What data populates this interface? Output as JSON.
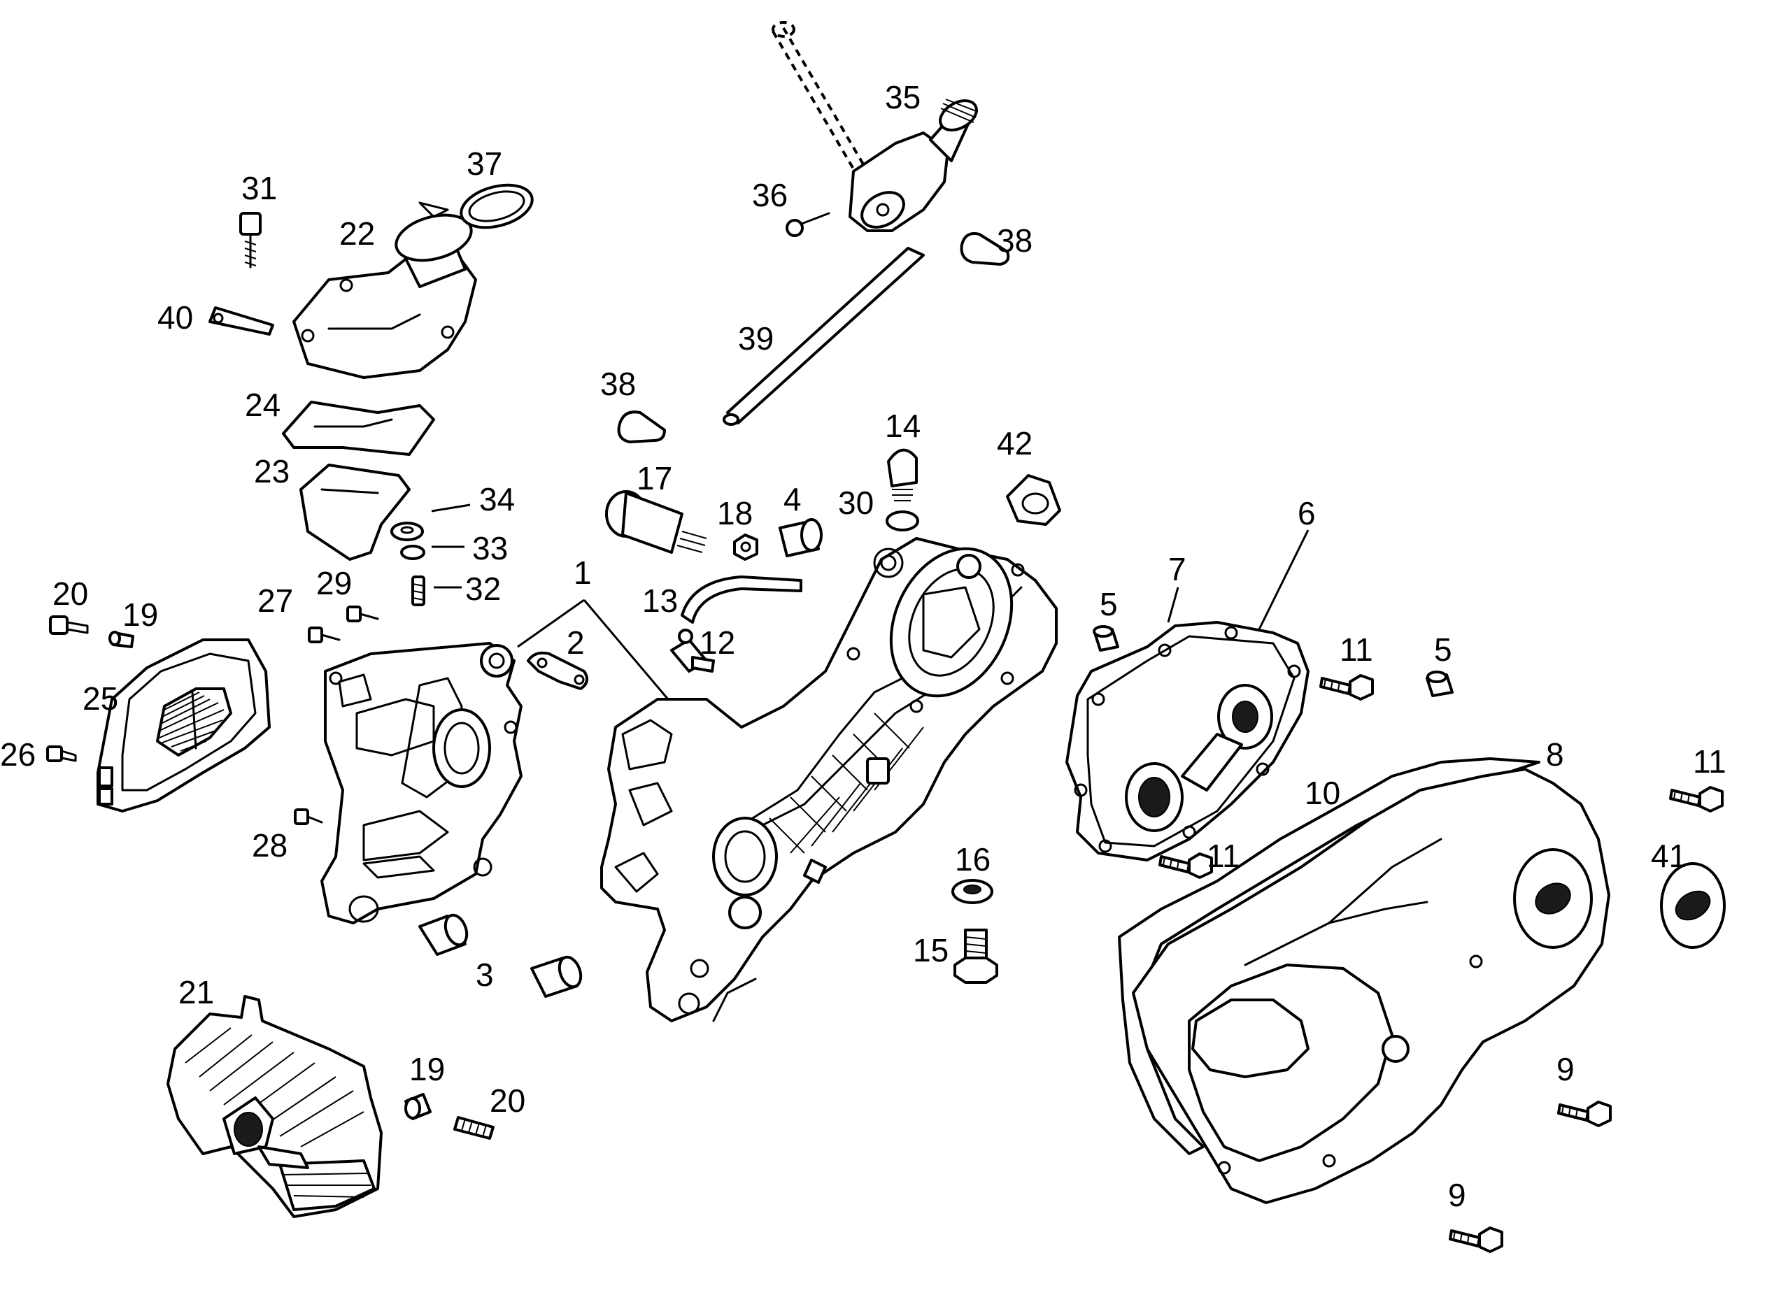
{
  "callouts": [
    {
      "id": "c1",
      "label": "1"
    },
    {
      "id": "c2",
      "label": "2"
    },
    {
      "id": "c3",
      "label": "3"
    },
    {
      "id": "c4",
      "label": "4"
    },
    {
      "id": "c5a",
      "label": "5"
    },
    {
      "id": "c5b",
      "label": "5"
    },
    {
      "id": "c6",
      "label": "6"
    },
    {
      "id": "c7",
      "label": "7"
    },
    {
      "id": "c8",
      "label": "8"
    },
    {
      "id": "c9a",
      "label": "9"
    },
    {
      "id": "c9b",
      "label": "9"
    },
    {
      "id": "c10",
      "label": "10"
    },
    {
      "id": "c11a",
      "label": "11"
    },
    {
      "id": "c11b",
      "label": "11"
    },
    {
      "id": "c11c",
      "label": "11"
    },
    {
      "id": "c12",
      "label": "12"
    },
    {
      "id": "c13",
      "label": "13"
    },
    {
      "id": "c14",
      "label": "14"
    },
    {
      "id": "c15",
      "label": "15"
    },
    {
      "id": "c16",
      "label": "16"
    },
    {
      "id": "c17",
      "label": "17"
    },
    {
      "id": "c18",
      "label": "18"
    },
    {
      "id": "c19a",
      "label": "19"
    },
    {
      "id": "c19b",
      "label": "19"
    },
    {
      "id": "c20a",
      "label": "20"
    },
    {
      "id": "c20b",
      "label": "20"
    },
    {
      "id": "c21",
      "label": "21"
    },
    {
      "id": "c22",
      "label": "22"
    },
    {
      "id": "c23",
      "label": "23"
    },
    {
      "id": "c24",
      "label": "24"
    },
    {
      "id": "c25",
      "label": "25"
    },
    {
      "id": "c26",
      "label": "26"
    },
    {
      "id": "c27",
      "label": "27"
    },
    {
      "id": "c28",
      "label": "28"
    },
    {
      "id": "c29",
      "label": "29"
    },
    {
      "id": "c30",
      "label": "30"
    },
    {
      "id": "c31",
      "label": "31"
    },
    {
      "id": "c32",
      "label": "32"
    },
    {
      "id": "c33",
      "label": "33"
    },
    {
      "id": "c34",
      "label": "34"
    },
    {
      "id": "c35",
      "label": "35"
    },
    {
      "id": "c36",
      "label": "36"
    },
    {
      "id": "c37",
      "label": "37"
    },
    {
      "id": "c38a",
      "label": "38"
    },
    {
      "id": "c38b",
      "label": "38"
    },
    {
      "id": "c39",
      "label": "39"
    },
    {
      "id": "c40",
      "label": "40"
    },
    {
      "id": "c41",
      "label": "41"
    },
    {
      "id": "c42",
      "label": "42"
    }
  ]
}
